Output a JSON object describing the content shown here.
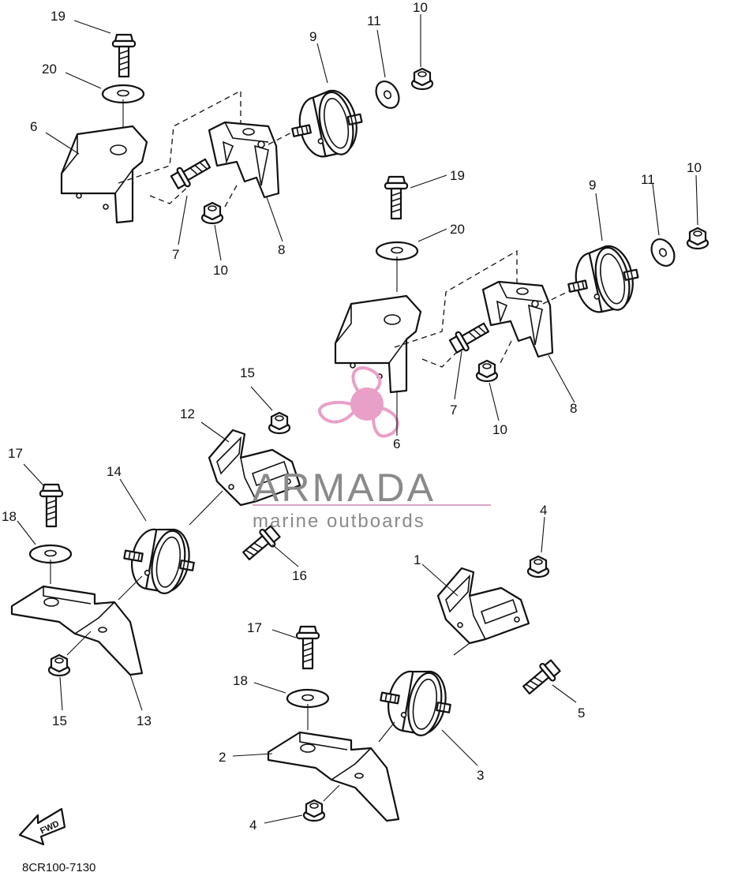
{
  "diagram": {
    "code": "8CR100-7130",
    "fwd_label": "FWD",
    "callouts": {
      "c19a": "19",
      "c20a": "20",
      "c6a": "6",
      "c9a": "9",
      "c11a": "11",
      "c10a": "10",
      "c7a": "7",
      "c10b": "10",
      "c8a": "8",
      "c19b": "19",
      "c20b": "20",
      "c9b": "9",
      "c11b": "11",
      "c10c": "10",
      "c7b": "7",
      "c10d": "10",
      "c8b": "8",
      "c6b": "6",
      "c15a": "15",
      "c12": "12",
      "c17a": "17",
      "c18a": "18",
      "c14": "14",
      "c16": "16",
      "c15b": "15",
      "c13": "13",
      "c4a": "4",
      "c1": "1",
      "c5": "5",
      "c17b": "17",
      "c18b": "18",
      "c2": "2",
      "c3": "3",
      "c4b": "4"
    }
  },
  "watermark": {
    "brand": "ARMADA",
    "tagline": "marine outboards",
    "logo_color": "#e8a0c8",
    "line_color": "#d9a6c8"
  }
}
